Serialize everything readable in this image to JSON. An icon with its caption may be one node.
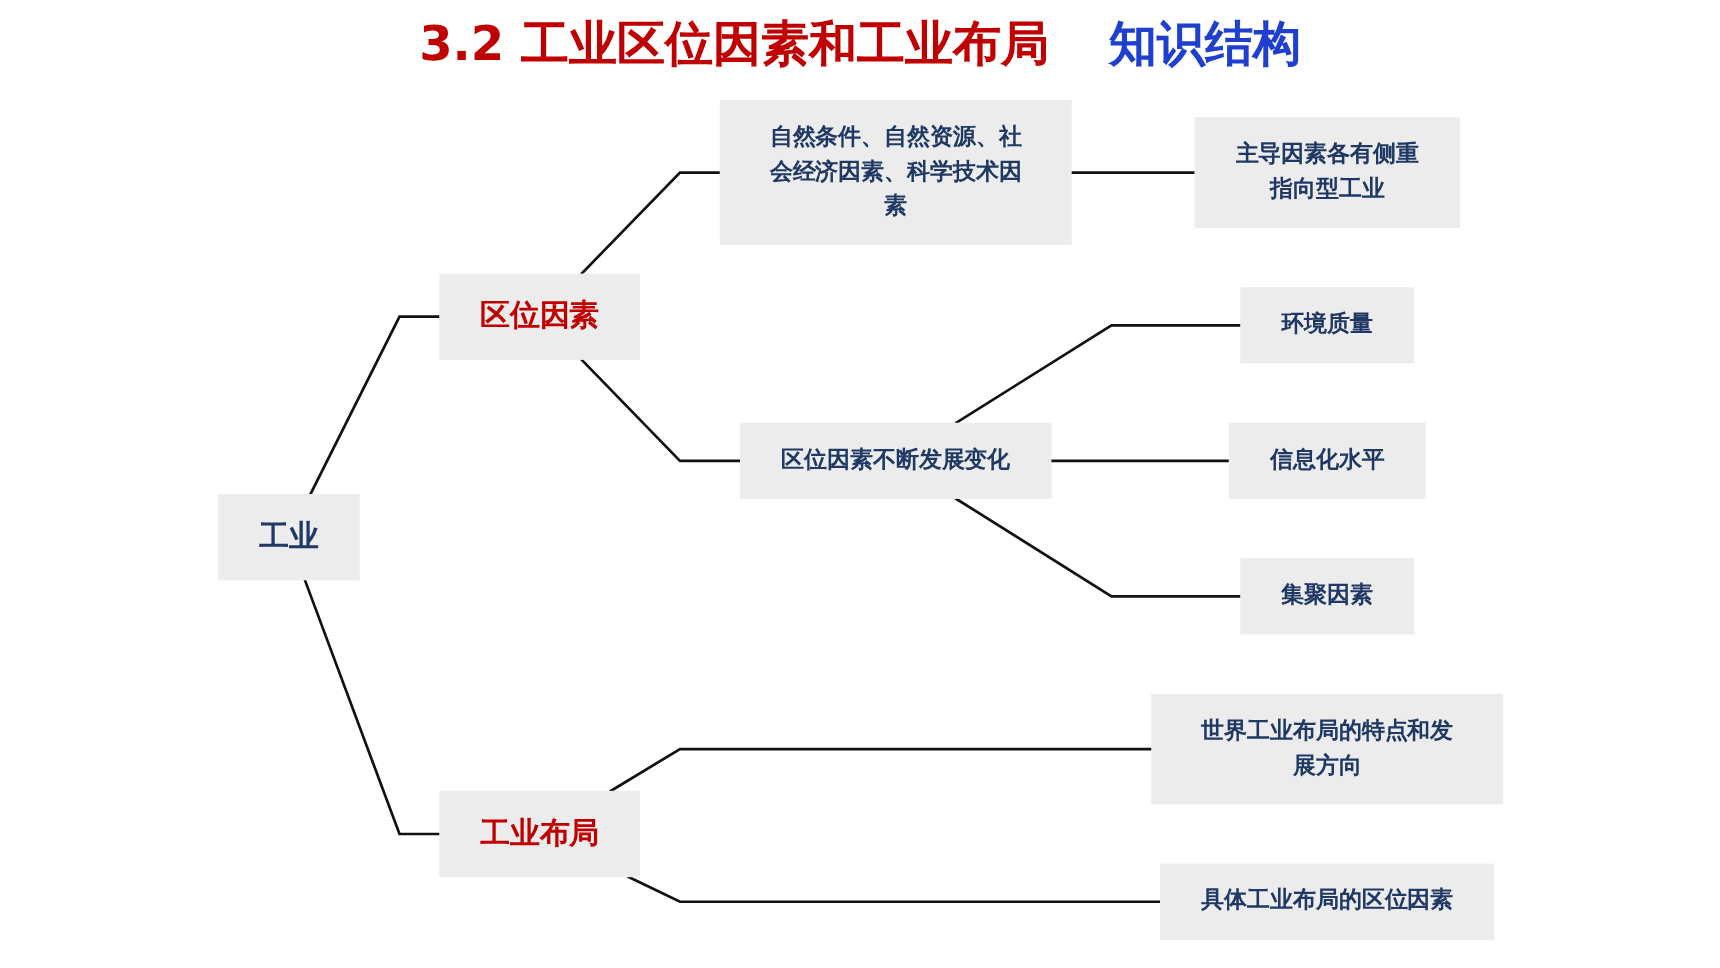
{
  "diagram": {
    "title": "3.2 工业区位因素和工业布局",
    "nodes": [
      {
        "text": [
          "工业"
        ]
      },
      {
        "text": [
          "区位因素"
        ]
      },
      {
        "text": [
          "自然条件、自然资源、社会经济因素、科学技术因素"
        ]
      },
      {
        "text": [
          "主导因素各有侧重",
          "指向型工业"
        ]
      },
      {
        "text": [
          "区位因素不断发展变化"
        ]
      },
      {
        "text": [
          "环境质量"
        ]
      },
      {
        "text": [
          "信息化水平"
        ]
      },
      {
        "text": [
          "集聚因素"
        ]
      },
      {
        "text": [
          "工业布局"
        ]
      },
      {
        "text": [
          "世界工业布局的特点和发展方向"
        ]
      },
      {
        "text": [
          "具体工业布局的区位因素"
        ]
      }
    ],
    "edges": [
      {
        "from": 0,
        "to": 1,
        "arrow": "none"
      },
      {
        "from": 0,
        "to": 8,
        "arrow": "none"
      },
      {
        "from": 1,
        "to": 2,
        "arrow": "none"
      },
      {
        "from": 1,
        "to": 4,
        "arrow": "none"
      },
      {
        "from": 2,
        "to": 3,
        "arrow": "none"
      },
      {
        "from": 4,
        "to": 5,
        "arrow": "none"
      },
      {
        "from": 4,
        "to": 6,
        "arrow": "none"
      },
      {
        "from": 4,
        "to": 7,
        "arrow": "none"
      },
      {
        "from": 8,
        "to": 9,
        "arrow": "none"
      },
      {
        "from": 8,
        "to": 10,
        "arrow": "none"
      }
    ],
    "labels": [
      "知识结构"
    ]
  }
}
